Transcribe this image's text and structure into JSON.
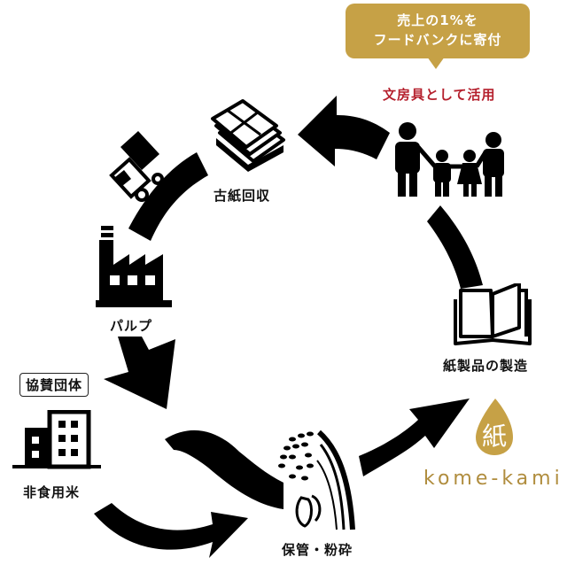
{
  "diagram": {
    "title": "kome-kami recycling cycle",
    "steps": [
      {
        "id": "recycle",
        "label": "古紙回収",
        "icon": "newspaper-bundle-icon"
      },
      {
        "id": "pulp",
        "label": "パルプ",
        "icon": "factory-icon"
      },
      {
        "id": "rice",
        "label": "非食用米",
        "icon": "building-icon"
      },
      {
        "id": "storage",
        "label": "保管・粉砕",
        "icon": "rice-plant-icon"
      },
      {
        "id": "manufacture",
        "label": "紙製品の製造",
        "icon": "open-book-icon"
      },
      {
        "id": "use",
        "label": "文房具として活用",
        "icon": "family-icon"
      }
    ],
    "sponsor_tag": "協賛団体",
    "donation_bubble": {
      "line1": "売上の1%を",
      "line2": "フードバンクに寄付"
    },
    "logo_text": "kome-kami",
    "logo_glyph": "紙",
    "truck_icon": "truck-icon",
    "colors": {
      "gold": "#c6a146",
      "red": "#b5202d",
      "black": "#000000",
      "logo_text": "#b08d3e"
    }
  }
}
